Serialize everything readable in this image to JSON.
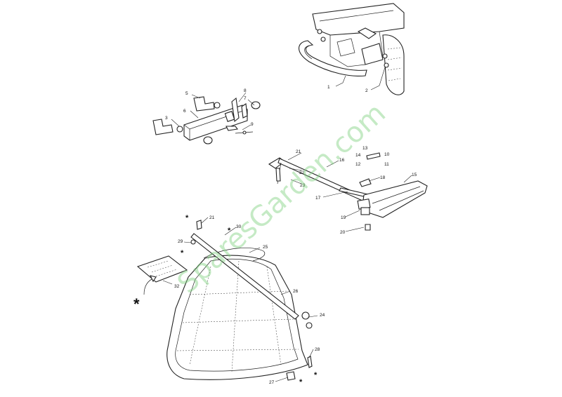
{
  "watermark": "SparesGarden.com",
  "asterisk": "*",
  "labels": {
    "p1": "1",
    "p2": "2",
    "p3": "3",
    "p5": "5",
    "p6": "6",
    "p7": "7",
    "p8": "8",
    "p9": "9",
    "p10": "10",
    "p11": "11",
    "p12": "12",
    "p13": "13",
    "p14": "14",
    "p15": "15",
    "p16": "16",
    "p17": "17",
    "p18": "18",
    "p19": "19",
    "p20": "20",
    "p21a": "21",
    "p21b": "21",
    "p22": "22",
    "p23": "23",
    "p24": "24",
    "p25": "25",
    "p26": "26",
    "p27": "27",
    "p28": "28",
    "p29": "29",
    "p30": "30",
    "p32": "32"
  }
}
